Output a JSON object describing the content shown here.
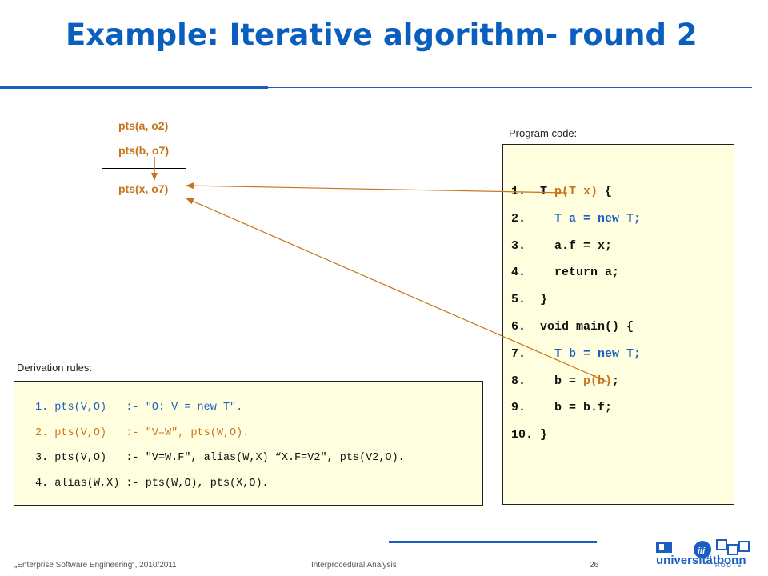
{
  "slide": {
    "title": "Example: Iterative algorithm- round 2"
  },
  "facts": {
    "premise1": "pts(a, o2)",
    "premise2": "pts(b, o7)",
    "conclusion": "pts(x, o7)"
  },
  "program": {
    "label": "Program code:",
    "lines": [
      {
        "num": "1.",
        "parts": [
          {
            "t": "  T ",
            "c": "black"
          },
          {
            "t": "p(T x)",
            "c": "orange"
          },
          {
            "t": " {",
            "c": "black"
          }
        ]
      },
      {
        "num": "2.",
        "parts": [
          {
            "t": "    T a = new T;",
            "c": "blue"
          }
        ]
      },
      {
        "num": "3.",
        "parts": [
          {
            "t": "    a.f = x;",
            "c": "black"
          }
        ]
      },
      {
        "num": "4.",
        "parts": [
          {
            "t": "    return a;",
            "c": "black"
          }
        ]
      },
      {
        "num": "5.",
        "parts": [
          {
            "t": "  }",
            "c": "black"
          }
        ]
      },
      {
        "num": "6.",
        "parts": [
          {
            "t": "  void main() {",
            "c": "black"
          }
        ]
      },
      {
        "num": "7.",
        "parts": [
          {
            "t": "    T b = new T;",
            "c": "blue"
          }
        ]
      },
      {
        "num": "8.",
        "parts": [
          {
            "t": "    b = ",
            "c": "black"
          },
          {
            "t": "p(b)",
            "c": "orange"
          },
          {
            "t": ";",
            "c": "black"
          }
        ]
      },
      {
        "num": "9.",
        "parts": [
          {
            "t": "    b = b.f;",
            "c": "black"
          }
        ]
      },
      {
        "num": "10.",
        "parts": [
          {
            "t": " }",
            "c": "black"
          }
        ]
      }
    ]
  },
  "rules": {
    "label": "Derivation rules:",
    "lines": [
      {
        "text": "1. pts(V,O)   :- \"O: V = new T\".",
        "c": "blue"
      },
      {
        "text": "2. pts(V,O)   :- \"V=W\", pts(W,O).",
        "c": "orange"
      },
      {
        "text": "3. pts(V,O)   :- \"V=W.F\", alias(W,X) “X.F=V2\", pts(V2,O).",
        "c": "black"
      },
      {
        "text": "4. alias(W,X) :- pts(W,O), pts(X,O).",
        "c": "black"
      }
    ]
  },
  "footer": {
    "course": "„Enterprise Software Engineering“, 2010/2011",
    "topic": "Interprocedural Analysis",
    "page": "26",
    "logo_text": "universitätbonn",
    "roots_text": "R O O T S"
  },
  "colors": {
    "title_blue": "#0a5fbe",
    "accent_orange": "#c8741a",
    "code_blue": "#1c5fbf",
    "box_background": "#ffffe0"
  }
}
